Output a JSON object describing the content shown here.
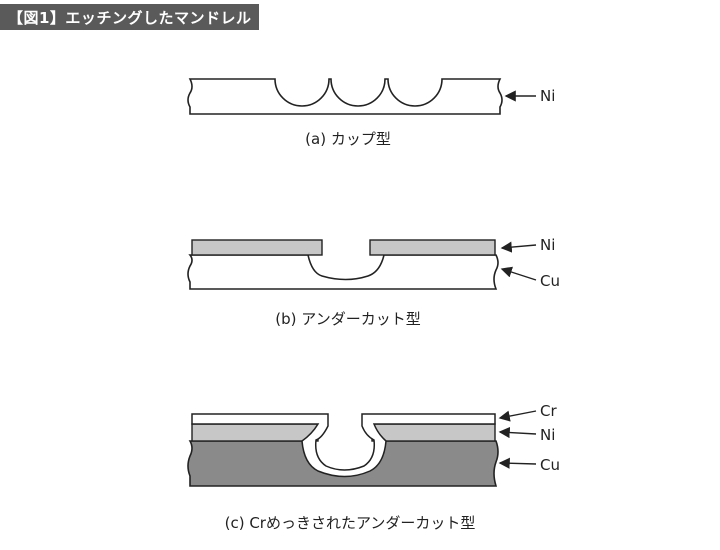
{
  "figure_title": "【図1】エッチングしたマンドレル",
  "panels": {
    "a": {
      "caption": "(a) カップ型",
      "labels": [
        "Ni"
      ]
    },
    "b": {
      "caption": "(b) アンダーカット型",
      "labels": [
        "Ni",
        "Cu"
      ]
    },
    "c": {
      "caption": "(c) Crめっきされたアンダーカット型",
      "labels": [
        "Cr",
        "Ni",
        "Cu"
      ]
    }
  },
  "colors": {
    "ni_gray": "#c7c7c7",
    "cu_gray": "#8a8a8a",
    "outline": "#222222",
    "title_bg": "#5a5a5a"
  }
}
